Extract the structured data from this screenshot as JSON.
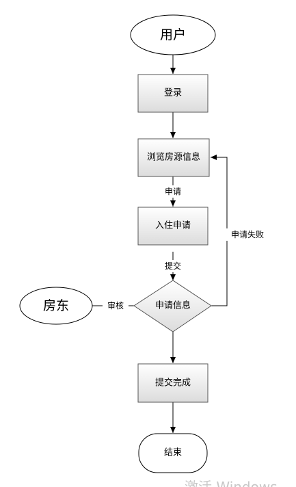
{
  "nodes": {
    "user": "用户",
    "login": "登录",
    "browse": "浏览房源信息",
    "apply_stay": "入住申请",
    "apply_info": "申请信息",
    "landlord": "房东",
    "submit_done": "提交完成",
    "end": "结束"
  },
  "edges": {
    "apply": "申请",
    "submit": "提交",
    "review": "审核",
    "apply_failed": "申请失败"
  },
  "watermark": "激活 Windows"
}
